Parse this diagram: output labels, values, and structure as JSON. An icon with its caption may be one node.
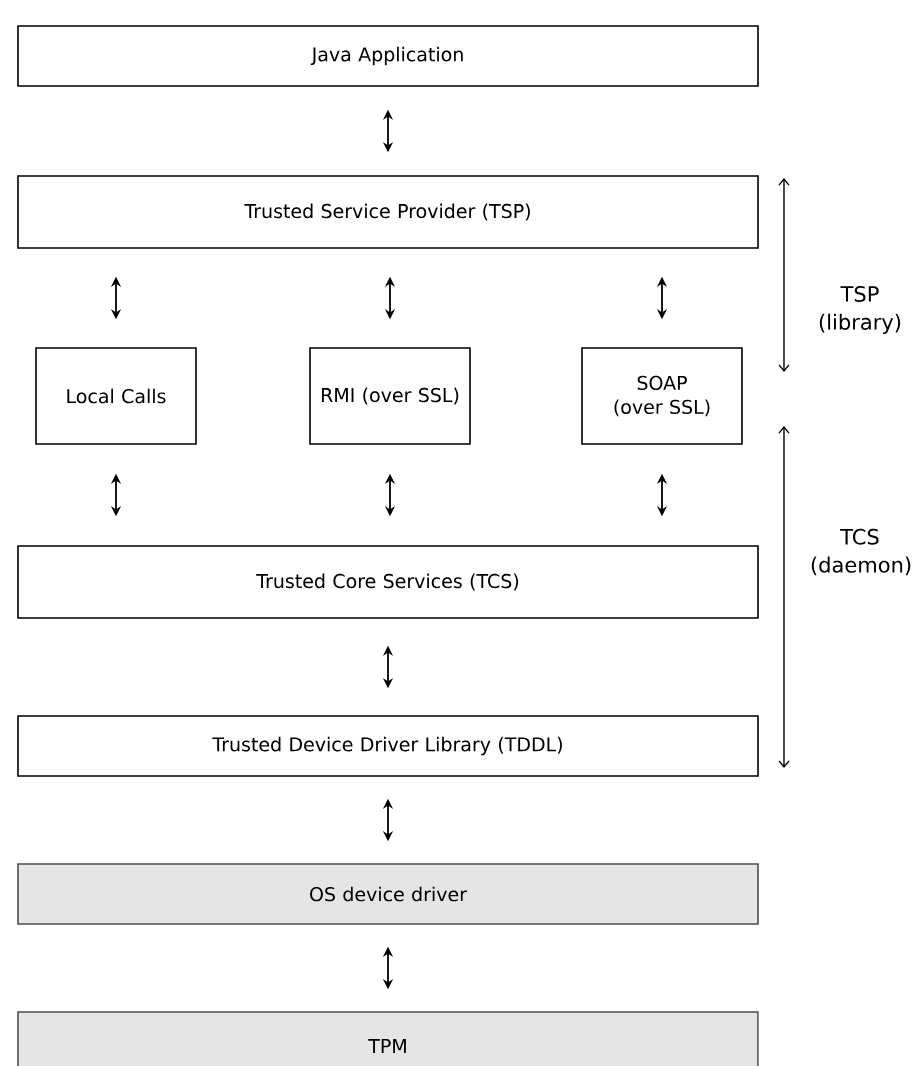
{
  "diagram": {
    "nodes": [
      {
        "text": [
          "Java Application"
        ]
      },
      {
        "text": [
          "Trusted Service Provider (TSP)"
        ]
      },
      {
        "text": [
          "Local Calls"
        ]
      },
      {
        "text": [
          "RMI (over SSL)"
        ]
      },
      {
        "text": [
          "SOAP (over SSL)"
        ]
      },
      {
        "text": [
          "Trusted Core Services (TCS)"
        ]
      },
      {
        "text": [
          "Trusted Device Driver Library (TDDL)"
        ]
      },
      {
        "text": [
          "OS device driver"
        ]
      },
      {
        "text": [
          "TPM"
        ]
      }
    ],
    "edges": [
      {
        "from": 0,
        "to": 1,
        "arrow": "both"
      },
      {
        "from": 1,
        "to": 2,
        "arrow": "both"
      },
      {
        "from": 1,
        "to": 3,
        "arrow": "both"
      },
      {
        "from": 1,
        "to": 4,
        "arrow": "both"
      },
      {
        "from": 2,
        "to": 5,
        "arrow": "both"
      },
      {
        "from": 3,
        "to": 5,
        "arrow": "both"
      },
      {
        "from": 4,
        "to": 5,
        "arrow": "both"
      },
      {
        "from": 5,
        "to": 6,
        "arrow": "both"
      },
      {
        "from": 6,
        "to": 7,
        "arrow": "both"
      },
      {
        "from": 7,
        "to": 8,
        "arrow": "both"
      }
    ],
    "labels": [
      "TSP (library)",
      "TCS (daemon)"
    ]
  }
}
